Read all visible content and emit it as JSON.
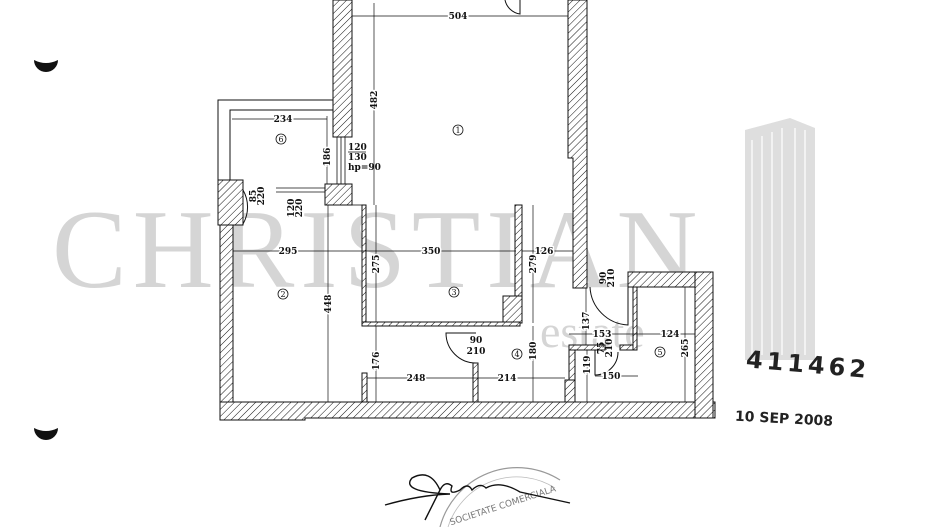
{
  "watermark": {
    "brand": "CHRISTIAN",
    "sub": "estate"
  },
  "rooms": [
    "1",
    "6",
    "2",
    "3",
    "4",
    "5"
  ],
  "dimensions": {
    "top_width": "504",
    "room1_height": "482",
    "room6_width": "234",
    "room6_height": "186",
    "window_a_top": "120",
    "window_a_bottom": "130",
    "window_a_sill": "hp=90",
    "door6_top": "85",
    "door6_bottom": "220",
    "opening6_top": "120",
    "opening6_bottom": "220",
    "room2_width": "295",
    "room3_width": "350",
    "corridor_width": "126",
    "room3_left_height": "275",
    "room3_right_height": "279",
    "room2_height": "448",
    "entry_door_top": "90",
    "entry_door_bottom": "210",
    "d137": "137",
    "d153": "153",
    "d124": "124",
    "door4_top": "90",
    "door4_bottom": "210",
    "door5_top": "75",
    "door5_bottom": "210",
    "room5_height": "265",
    "d176": "176",
    "d180": "180",
    "d119": "119",
    "d248": "248",
    "d214": "214",
    "d150": "150"
  },
  "stamp": {
    "number": "411462",
    "date": "10 SEP 2008",
    "seal_text": "SOCIETATE COMERCIALA"
  },
  "colors": {
    "ink": "#111111",
    "watermark": "#c8c8c8",
    "paper": "#ffffff"
  }
}
